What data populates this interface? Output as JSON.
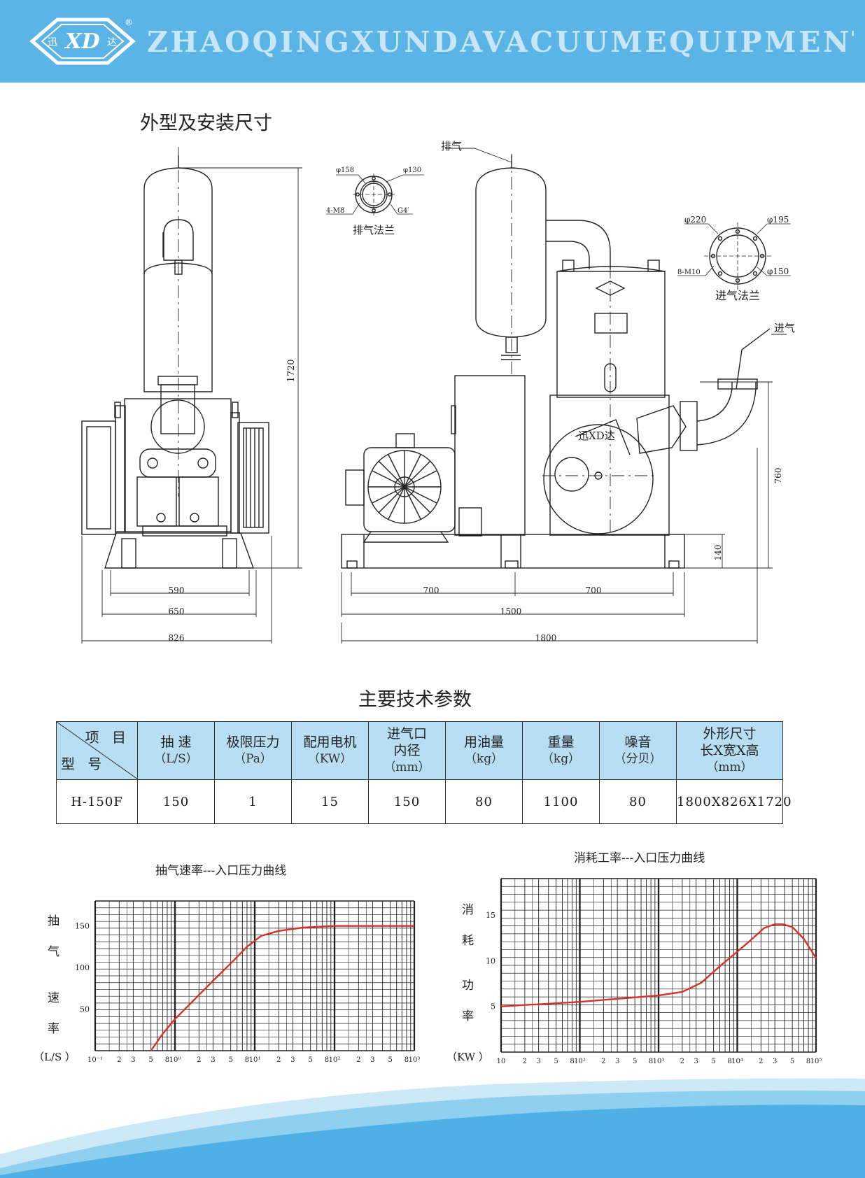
{
  "header": {
    "logo_text": "XD",
    "logo_left_char": "迅",
    "logo_right_char": "达",
    "registered_mark": "®",
    "company_name": "ZHAOQINGXUNDAVACUUMEQUIPMENTCO.LTD",
    "accent_color": "#5ab4e6"
  },
  "drawing": {
    "title": "外型及安装尺寸",
    "front_view": {
      "height_label": "1720",
      "dim_590": "590",
      "dim_650": "650",
      "dim_826": "826"
    },
    "side_view": {
      "exhaust_label": "排气",
      "inlet_label": "进气",
      "dim_700_left": "700",
      "dim_700_right": "700",
      "dim_1500": "1500",
      "dim_1800": "1800",
      "dim_760": "760",
      "dim_140": "140",
      "logo_chars": "迅XD达"
    },
    "exhaust_flange": {
      "caption": "排气法兰",
      "d1": "φ158",
      "d2": "φ130",
      "bolts": "4-M8",
      "thread": "G4′"
    },
    "inlet_flange": {
      "caption": "进气法兰",
      "d1": "φ220",
      "d2": "φ195",
      "bolts": "8-M10",
      "d3": "φ150"
    }
  },
  "specs": {
    "title": "主要技术参数",
    "corner_top": "项 目",
    "corner_bottom": "型 号",
    "columns": [
      {
        "name": "抽 速",
        "unit": "（L/S）"
      },
      {
        "name": "极限压力",
        "unit": "（Pa）"
      },
      {
        "name": "配用电机",
        "unit": "（KW）"
      },
      {
        "name": "进气口\n内径",
        "unit": "（mm）"
      },
      {
        "name": "用油量",
        "unit": "（kg）"
      },
      {
        "name": "重量",
        "unit": "（kg）"
      },
      {
        "name": "噪音",
        "unit": "（分贝）"
      },
      {
        "name": "外形尺寸\n长X宽X高",
        "unit": "（mm）"
      }
    ],
    "row": {
      "model": "H-150F",
      "values": [
        "150",
        "1",
        "15",
        "150",
        "80",
        "1100",
        "80",
        "1800X826X1720"
      ]
    }
  },
  "chart_data": [
    {
      "type": "line",
      "title": "抽气速率---入口压力曲线",
      "ylabel": "抽气速率",
      "yunit": "（L/S ）",
      "x_scale": "log",
      "xlim": [
        0.1,
        1000
      ],
      "ylim": [
        0,
        180
      ],
      "yticks": [
        50,
        100,
        150
      ],
      "xtick_labels": [
        "10⁻¹",
        "2",
        "3",
        "5",
        "8",
        "10⁰",
        "2",
        "3",
        "5",
        "8",
        "10¹",
        "2",
        "3",
        "5",
        "8",
        "10²",
        "2",
        "3",
        "5",
        "8",
        "10³"
      ],
      "grid": true,
      "color": "#d8302b",
      "series": [
        {
          "x": [
            0.5,
            0.7,
            1,
            1.5,
            2,
            3,
            5,
            8,
            12,
            20,
            40,
            100,
            200,
            500,
            1000
          ],
          "y": [
            0,
            20,
            38,
            55,
            67,
            84,
            105,
            125,
            138,
            144,
            148,
            150,
            150,
            150,
            150
          ]
        }
      ]
    },
    {
      "type": "line",
      "title": "消耗工率---入口压力曲线",
      "ylabel": "消耗功率",
      "yunit": "（KW ）",
      "x_scale": "log",
      "xlim": [
        10,
        100000
      ],
      "ylim": [
        0,
        19
      ],
      "yticks": [
        5,
        10,
        15
      ],
      "xtick_labels": [
        "10",
        "2",
        "3",
        "5",
        "8",
        "10²",
        "2",
        "3",
        "5",
        "8",
        "10³",
        "2",
        "3",
        "5",
        "8",
        "10⁴",
        "2",
        "3",
        "5",
        "8",
        "10⁵"
      ],
      "grid": true,
      "color": "#d8302b",
      "series": [
        {
          "x": [
            10,
            100,
            1000,
            2000,
            3500,
            6000,
            10000,
            15000,
            22000,
            30000,
            38000,
            50000,
            70000,
            100000
          ],
          "y": [
            5,
            5.5,
            6.2,
            6.6,
            7.6,
            9.4,
            11,
            12.3,
            13.6,
            14,
            14,
            13.7,
            12.4,
            10.3
          ]
        }
      ]
    }
  ]
}
